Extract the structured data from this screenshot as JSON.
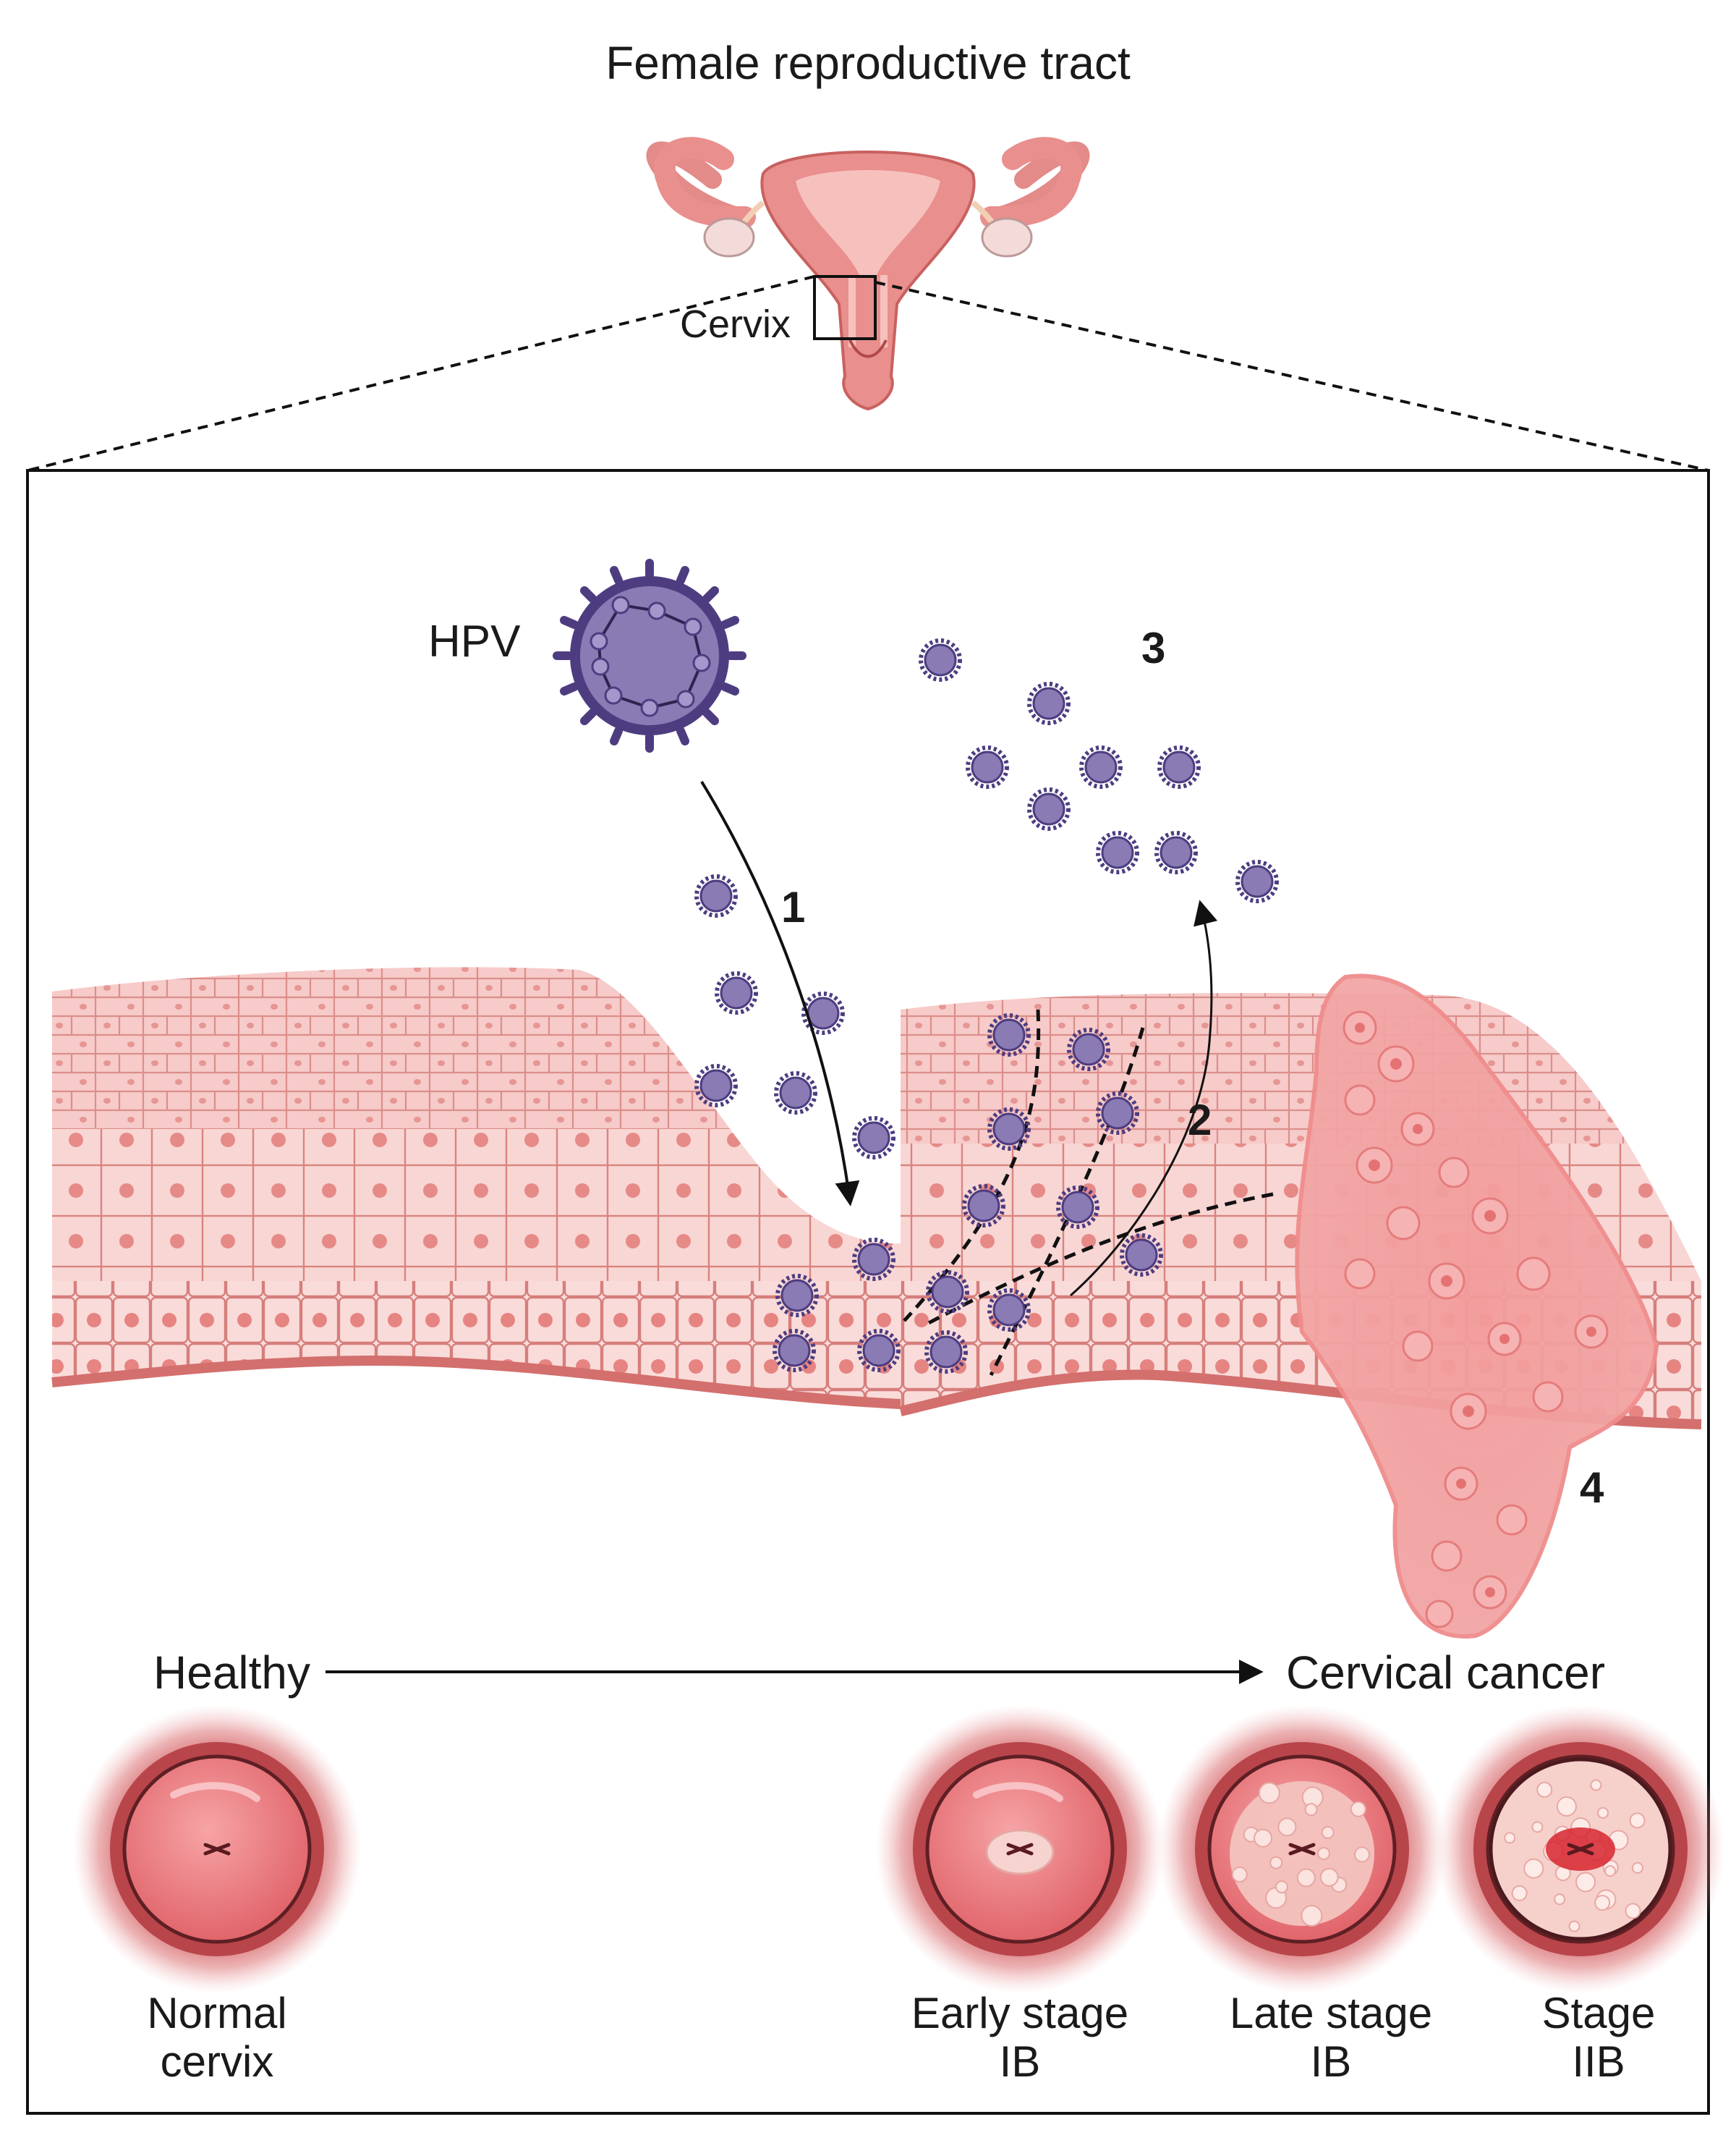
{
  "title": "Female reproductive tract",
  "cervix_label": "Cervix",
  "virus_label": "HPV",
  "steps": [
    "1",
    "2",
    "3",
    "4"
  ],
  "progression": {
    "start": "Healthy",
    "end": "Cervical cancer"
  },
  "stages": [
    {
      "line1": "Normal",
      "line2": "cervix"
    },
    {
      "line1": "Early stage",
      "line2": "IB"
    },
    {
      "line1": "Late stage",
      "line2": "IB"
    },
    {
      "line1": "Stage",
      "line2": "IIB"
    }
  ],
  "colors": {
    "tissue": "#f4c4c2",
    "tissue_line": "#d9827f",
    "nucleus": "#e58a88",
    "virus": "#8a7bb5",
    "virus_dark": "#4d3d80",
    "tumor": "#f08c8c",
    "uterus": "#e98f8d"
  }
}
